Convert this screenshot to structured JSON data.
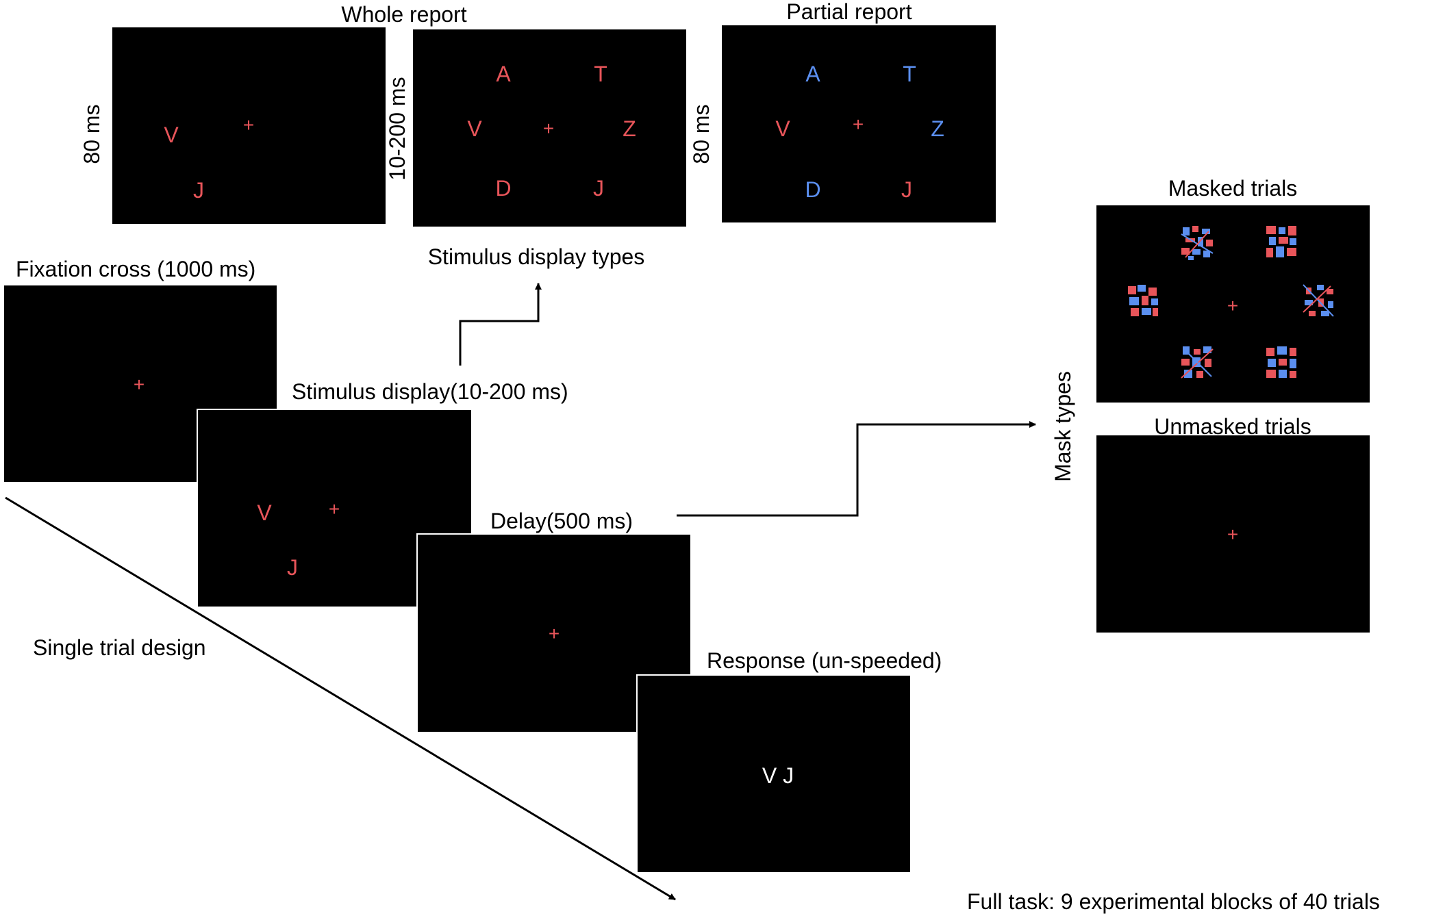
{
  "labels": {
    "whole_report": "Whole report",
    "partial_report": "Partial report",
    "stimulus_display_types": "Stimulus display types",
    "fixation_cross": "Fixation cross (1000 ms)",
    "stimulus_display": "Stimulus display(10-200 ms)",
    "delay": "Delay(500 ms)",
    "response": "Response (un-speeded)",
    "single_trial_design": "Single trial design",
    "masked_trials": "Masked trials",
    "unmasked_trials": "Unmasked trials",
    "mask_types": "Mask types",
    "full_task": "Full task: 9 experimental blocks of 40 trials",
    "dur_80_left": "80 ms",
    "dur_10_200": "10-200 ms",
    "dur_80_right": "80 ms"
  },
  "symbols": {
    "fixation": "+"
  },
  "whole_report_2": {
    "v": "V",
    "j": "J"
  },
  "whole_report_6": {
    "a": "A",
    "t": "T",
    "v": "V",
    "z": "Z",
    "d": "D",
    "j": "J"
  },
  "partial_report": {
    "a": "A",
    "t": "T",
    "v": "V",
    "z": "Z",
    "d": "D",
    "j": "J"
  },
  "trial_stimulus": {
    "v": "V",
    "j": "J"
  },
  "response_text": "V J",
  "colors": {
    "target_red": "#e8555a",
    "cue_blue": "#5b8ff0",
    "background": "#000000",
    "response_text": "#ffffff"
  }
}
